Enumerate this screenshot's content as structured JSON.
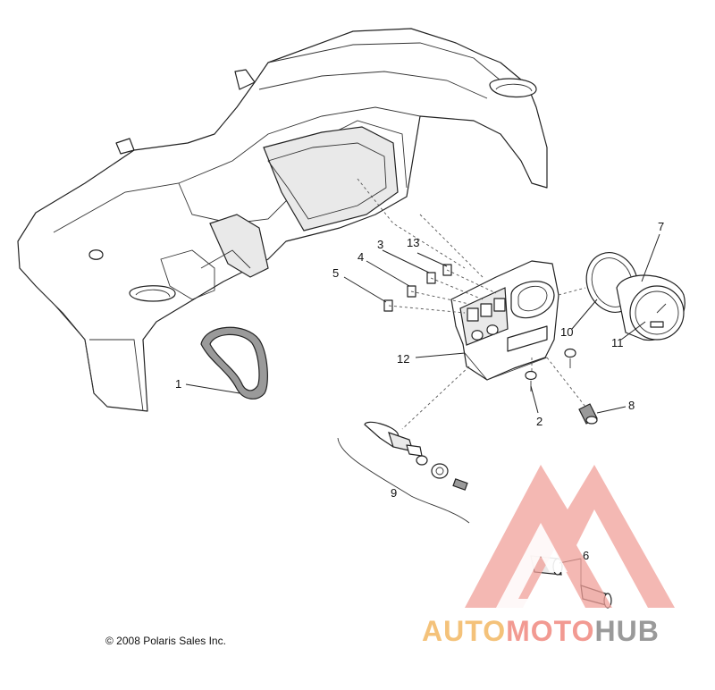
{
  "callouts": [
    {
      "id": "1",
      "label": "1"
    },
    {
      "id": "2",
      "label": "2"
    },
    {
      "id": "3",
      "label": "3"
    },
    {
      "id": "4",
      "label": "4"
    },
    {
      "id": "5",
      "label": "5"
    },
    {
      "id": "6",
      "label": "6"
    },
    {
      "id": "7",
      "label": "7"
    },
    {
      "id": "8",
      "label": "8"
    },
    {
      "id": "9",
      "label": "9"
    },
    {
      "id": "10",
      "label": "10"
    },
    {
      "id": "11",
      "label": "11"
    },
    {
      "id": "12",
      "label": "12"
    },
    {
      "id": "13",
      "label": "13"
    }
  ],
  "copyright": "© 2008 Polaris Sales Inc.",
  "watermark": {
    "part1": "AUTO",
    "part2": "MOTO",
    "part3": "HUB",
    "colors": {
      "auto": "#f4c27a",
      "moto": "#f29a92",
      "hub": "#9a9a9a",
      "triangle": "#f0a09a"
    }
  }
}
